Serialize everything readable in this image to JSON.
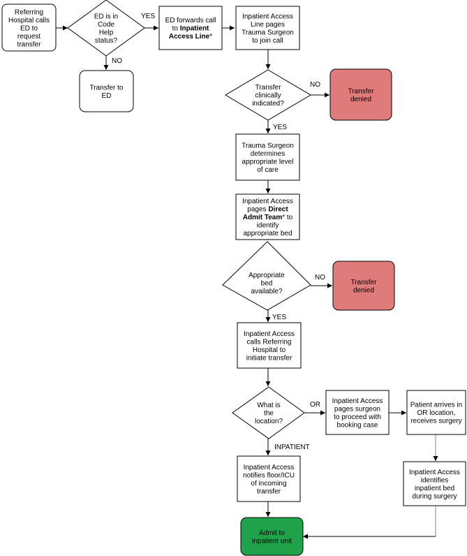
{
  "nodes": {
    "referring": {
      "lines": [
        [
          "Referring"
        ],
        [
          "Hospital calls"
        ],
        [
          "ED to"
        ],
        [
          "request"
        ],
        [
          "transfer"
        ]
      ]
    },
    "ed_code_help": {
      "lines": [
        [
          "ED is in"
        ],
        [
          "Code"
        ],
        [
          "Help"
        ],
        [
          "status?"
        ]
      ]
    },
    "ed_forwards": {
      "lines": [
        [
          "ED forwards call"
        ],
        [
          "to ",
          "**Inpatient"
        ],
        [
          "**Access Line",
          "*"
        ]
      ]
    },
    "ia_pages_trauma": {
      "lines": [
        [
          "Inpatient Access"
        ],
        [
          "Line pages"
        ],
        [
          "Trauma Surgeon"
        ],
        [
          "to join call"
        ]
      ]
    },
    "transfer_to_ed": {
      "lines": [
        [
          "Transfer to"
        ],
        [
          "ED"
        ]
      ]
    },
    "transfer_indicated": {
      "lines": [
        [
          "Transfer"
        ],
        [
          "clinically"
        ],
        [
          "indicated?"
        ]
      ]
    },
    "transfer_denied_1": {
      "lines": [
        [
          "Transfer"
        ],
        [
          "denied"
        ]
      ]
    },
    "trauma_determines": {
      "lines": [
        [
          "Trauma Surgeon"
        ],
        [
          "determines"
        ],
        [
          "appropriate level"
        ],
        [
          "of care"
        ]
      ]
    },
    "ia_pages_direct_admit": {
      "lines": [
        [
          "Inpatient Access"
        ],
        [
          "pages ",
          "**Direct"
        ],
        [
          "**Admit Team",
          "* to"
        ],
        [
          "identify"
        ],
        [
          "appropriate bed"
        ]
      ]
    },
    "bed_available": {
      "lines": [
        [
          "Appropriate"
        ],
        [
          "bed"
        ],
        [
          "available?"
        ]
      ]
    },
    "transfer_denied_2": {
      "lines": [
        [
          "Transfer"
        ],
        [
          "denied"
        ]
      ]
    },
    "ia_calls_referring": {
      "lines": [
        [
          "Inpatient Access"
        ],
        [
          "calls Referring"
        ],
        [
          "Hospital to"
        ],
        [
          "initiate transfer"
        ]
      ]
    },
    "what_location": {
      "lines": [
        [
          "What is"
        ],
        [
          "the"
        ],
        [
          "location?"
        ]
      ]
    },
    "ia_pages_surgeon": {
      "lines": [
        [
          "Inpatient Access"
        ],
        [
          "pages surgeon"
        ],
        [
          "to proceed with"
        ],
        [
          "booking case"
        ]
      ]
    },
    "patient_arrives_or": {
      "lines": [
        [
          "Patient arrives in"
        ],
        [
          "OR location,"
        ],
        [
          "receives surgery"
        ]
      ]
    },
    "ia_notifies_floor": {
      "lines": [
        [
          "Inpatient Access"
        ],
        [
          "notifies floor/ICU"
        ],
        [
          "of incoming"
        ],
        [
          "transfer"
        ]
      ]
    },
    "ia_identifies_bed": {
      "lines": [
        [
          "Inpatient Access"
        ],
        [
          "identifies"
        ],
        [
          "inpatient bed"
        ],
        [
          "during surgery"
        ]
      ]
    },
    "admit": {
      "lines": [
        [
          "Admit to"
        ],
        [
          "inpatient unit"
        ]
      ]
    }
  },
  "edge_labels": {
    "code_help_yes": "YES",
    "code_help_no": "NO",
    "indicated_no": "NO",
    "indicated_yes": "YES",
    "bed_no": "NO",
    "bed_yes": "YES",
    "location_or": "OR",
    "location_inpatient": "INPATIENT"
  },
  "colors": {
    "denied_fill": "#e07b7b",
    "admit_fill": "#1fa34a",
    "stroke": "#000000",
    "grey_connector": "#808080"
  }
}
